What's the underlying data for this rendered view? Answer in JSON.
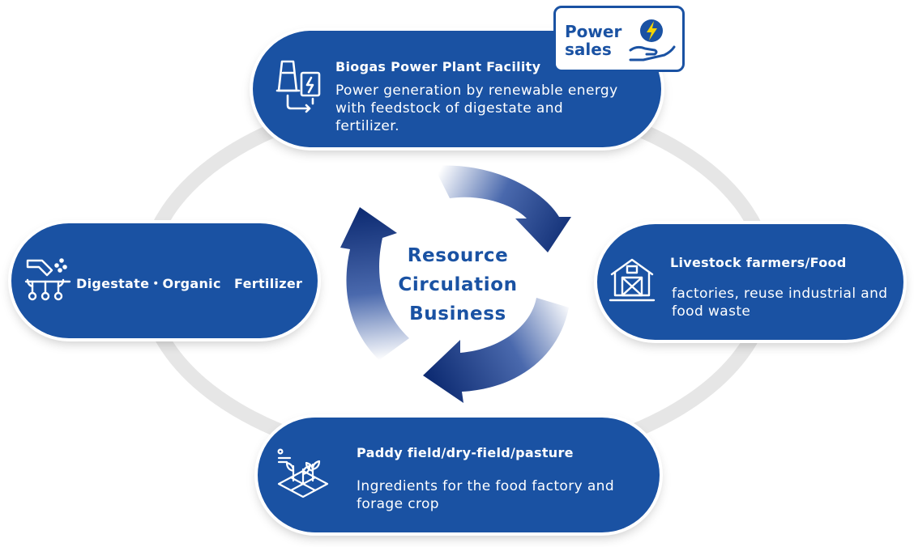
{
  "center": {
    "line1": "Resource",
    "line2": "Circulation",
    "line3": "Business"
  },
  "nodes": {
    "biogas": {
      "title": "Biogas Power Plant Facility",
      "body": "Power generation by renewable energy with feedstock of digestate and fertilizer.",
      "icon": "biogas-plant-icon"
    },
    "livestock": {
      "title": "Livestock farmers/Food",
      "body": "factories, reuse industrial and food waste",
      "icon": "barn-icon"
    },
    "paddy": {
      "title": "Paddy field/dry-field/pasture",
      "body": "Ingredients for the food factory and forage crop",
      "icon": "field-crops-icon"
    },
    "digestate": {
      "title": "Digestate・Organic　Fertilizer",
      "icon": "fertilizer-spreading-icon"
    }
  },
  "badge": {
    "label": "Power sales",
    "icon": "hand-with-lightning-icon"
  },
  "colors": {
    "primary": "#1a52a3",
    "ring": "#e6e6e6",
    "arrow_dark": "#0e2c73",
    "accent_yellow": "#f5d400"
  }
}
